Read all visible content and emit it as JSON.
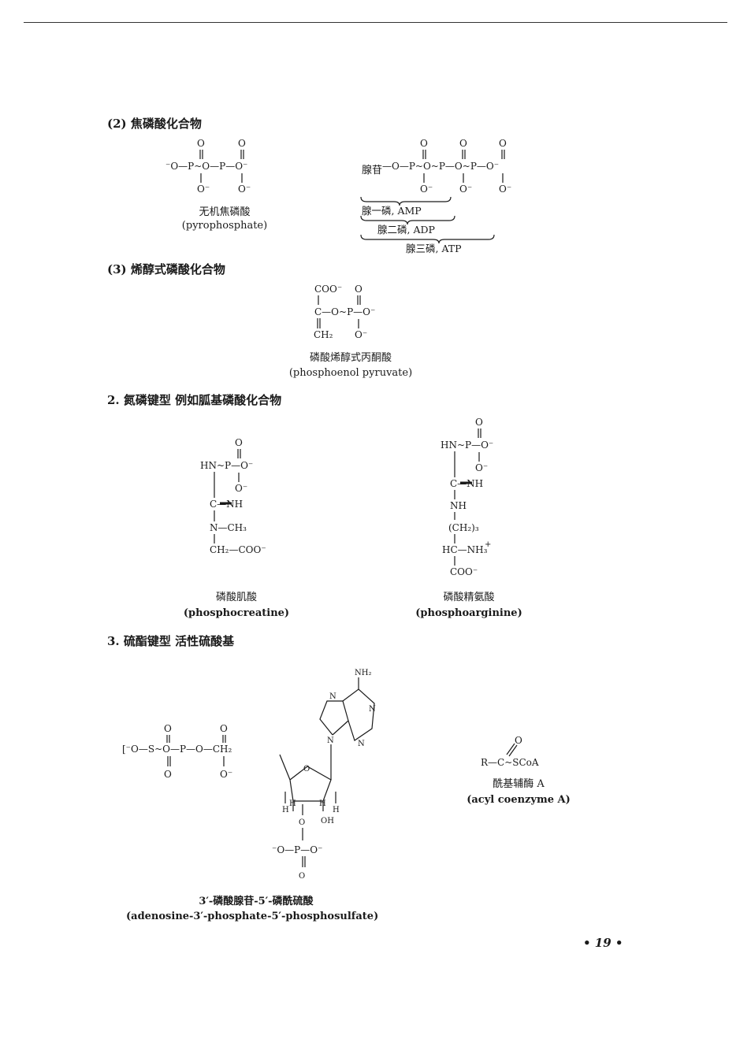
{
  "sections": {
    "s2": {
      "heading": "(2) 焦磷酸化合物"
    },
    "s3": {
      "heading": "(3) 烯醇式磷酸化合物"
    },
    "n2": {
      "heading": "2. 氮磷键型  例如胍基磷酸化合物"
    },
    "n3": {
      "heading": "3. 硫酯键型  活性硫酸基"
    }
  },
  "pyrophosphate": {
    "name_cn": "无机焦磷酸",
    "name_en": "(pyrophosphate)"
  },
  "adenosine_phosphates": {
    "prefix": "腺苷",
    "amp": "腺一磷, AMP",
    "adp": "腺二磷, ADP",
    "atp": "腺三磷, ATP"
  },
  "pep": {
    "name_cn": "磷酸烯醇式丙酮酸",
    "name_en": "(phosphoenol pyruvate)"
  },
  "creatine": {
    "name_cn": "磷酸肌酸",
    "name_en": "(phosphocreatine)"
  },
  "arginine": {
    "name_cn": "磷酸精氨酸",
    "name_en": "(phosphoarginine)"
  },
  "paps": {
    "name_cn": "3′-磷酸腺苷-5′-磷酰硫酸",
    "name_en": "(adenosine-3′-phosphate-5′-phosphosulfate)"
  },
  "acyl_coa": {
    "formula": "R—C~SCoA",
    "name_cn": "酰基辅酶 A",
    "name_en": "(acyl coenzyme A)"
  },
  "page_number": "• 19 •"
}
